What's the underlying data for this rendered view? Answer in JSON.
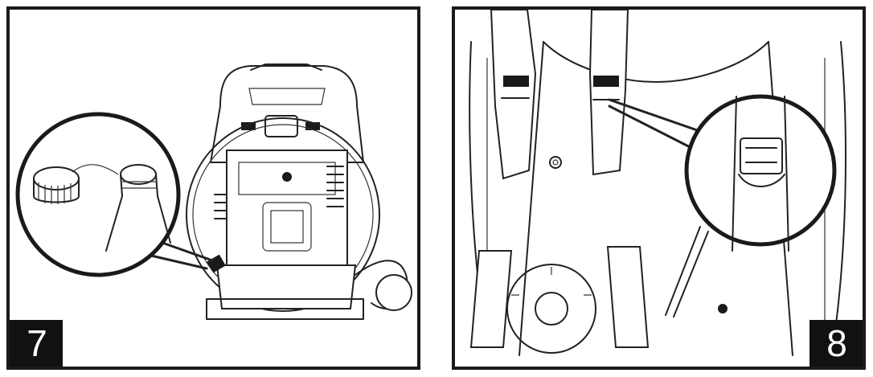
{
  "figure": {
    "steps": [
      {
        "number": "7",
        "subject": "fuel-tank-cap-removal"
      },
      {
        "number": "8",
        "subject": "shoulder-strap-adjustment"
      }
    ],
    "colors": {
      "line": "#222222",
      "badge_bg": "#111111",
      "badge_text": "#ffffff",
      "panel_bg": "#ffffff"
    }
  }
}
